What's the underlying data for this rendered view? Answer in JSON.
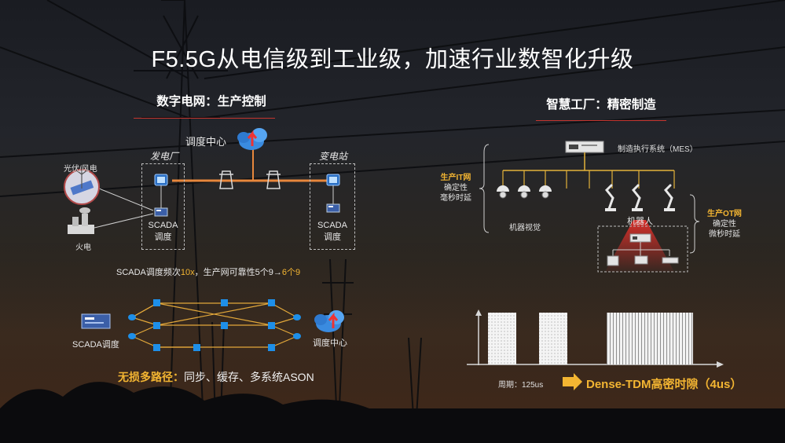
{
  "title": "F5.5G从电信级到工业级，加速行业数智化升级",
  "left": {
    "heading": "数字电网：生产控制",
    "dispatch_center": "调度中心",
    "power_plant": "发电厂",
    "substation": "变电站",
    "pv_wind": "光伏/风电",
    "thermal": "火电",
    "scada_a_1": "SCADA",
    "scada_a_2": "调度",
    "scada_b_1": "SCADA",
    "scada_b_2": "调度",
    "stat_prefix": "SCADA调度频次",
    "stat_x": "10x",
    "stat_mid": "，生产网可靠性5个9→",
    "stat_nines": "6个9",
    "net_left": "SCADA调度",
    "net_right": "调度中心",
    "bottom_bold": "无损多路径：",
    "bottom_rest": "同步、缓存、多系统ASON"
  },
  "right": {
    "heading": "智慧工厂：精密制造",
    "mes": "制造执行系统（MES）",
    "it_net": "生产IT网",
    "it_det": "确定性",
    "it_lat": "毫秒时延",
    "machine_vision": "机器视觉",
    "robot": "机器人",
    "ot_net": "生产OT网",
    "ot_det": "确定性",
    "ot_lat": "微秒时延",
    "period": "周期：125us",
    "tdm": "Dense-TDM高密时隙（4us）"
  }
}
